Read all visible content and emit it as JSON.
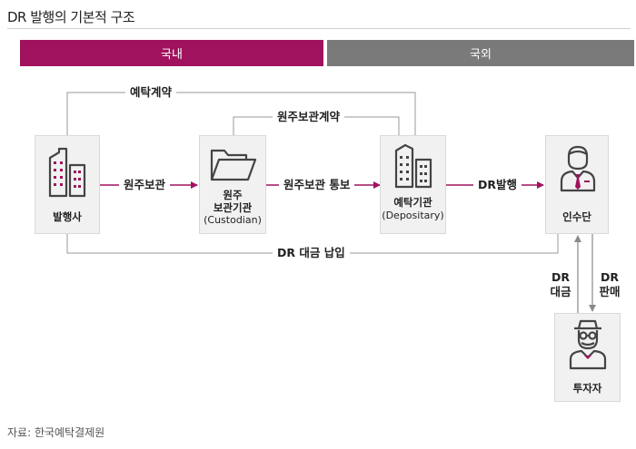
{
  "title": "DR 발행의 기본적 구조",
  "regions": {
    "domestic": "국내",
    "overseas": "국외"
  },
  "nodes": {
    "issuer": {
      "label": "발행사"
    },
    "custodian": {
      "label_line1": "원주",
      "label_line2": "보관기관",
      "label_line3": "(Custodian)"
    },
    "depositary": {
      "label_line1": "예탁기관",
      "label_line2": "(Depositary)"
    },
    "underwriter": {
      "label": "인수단"
    },
    "investor": {
      "label": "투자자"
    }
  },
  "flows": {
    "deposit_contract": "예탁계약",
    "custody_contract": "원주보관계약",
    "share_custody": "원주보관",
    "custody_notice": "원주보관 통보",
    "dr_issue": "DR발행",
    "dr_payment_line": "DR 대금 납입",
    "dr_payment_v": [
      "DR",
      "대금"
    ],
    "dr_sale_v": [
      "DR",
      "판매"
    ]
  },
  "source": "자료: 한국예탁결제원",
  "colors": {
    "accent": "#a0125d",
    "gray": "#7a7a7a",
    "line": "#9a9a9a"
  },
  "icons": {
    "issuer": "building-icon",
    "custodian": "folder-icon",
    "depositary": "building-icon",
    "underwriter": "businessman-icon",
    "investor": "investor-icon"
  }
}
